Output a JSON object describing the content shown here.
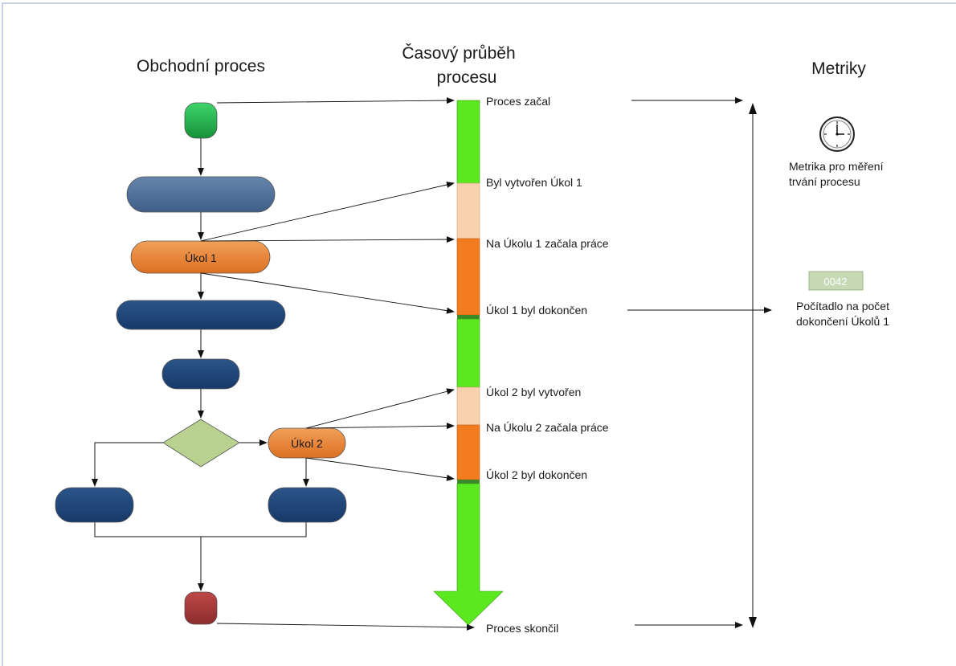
{
  "headers": {
    "business_process": "Obchodní proces",
    "timeline_line1": "Časový průběh",
    "timeline_line2": "procesu",
    "metrics": "Metriky"
  },
  "process": {
    "task1_label": "Úkol 1",
    "task2_label": "Úkol 2"
  },
  "timeline_events": {
    "process_started": "Proces začal",
    "task1_created": "Byl vytvořen Úkol 1",
    "task1_started": "Na Úkolu 1 začala práce",
    "task1_done": "Úkol 1 byl dokončen",
    "task2_created": "Úkol 2 byl vytvořen",
    "task2_started": "Na Úkolu 2 začala práce",
    "task2_done": "Úkol 2 byl dokončen",
    "process_ended": "Proces skončil"
  },
  "metrics": {
    "duration_line1": "Metrika pro měření",
    "duration_line2": "trvání procesu",
    "counter_value": "0042",
    "counter_line1": "Počítadlo na počet",
    "counter_line2": "dokončení Úkolů 1",
    "clock_icon": "clock-icon"
  },
  "colors": {
    "start": "#1fae45",
    "end": "#a33a3a",
    "task": "#e87f2f",
    "step_light": "#4a6890",
    "step_dark": "#1e4577",
    "decision": "#b9d18f",
    "timeline_green": "#5be81f",
    "timeline_peach": "#f8d1ae",
    "timeline_orange": "#f47c20"
  }
}
